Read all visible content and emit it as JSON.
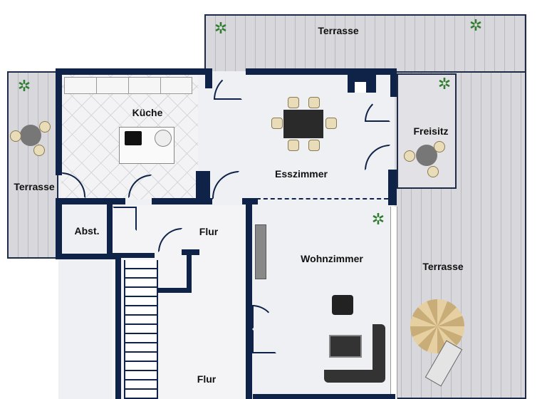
{
  "rooms": {
    "terrace_top": "Terrasse",
    "terrace_left": "Terrasse",
    "terrace_right": "Terrasse",
    "kitchen": "Küche",
    "dining": "Esszimmer",
    "seating": "Freisitz",
    "storage": "Abst.",
    "hall_upper": "Flur",
    "living": "Wohnzimmer",
    "hall_lower": "Flur"
  },
  "colors": {
    "walls": "#0e2347",
    "deck": "#d8d8dc",
    "floor": "#eff0f4"
  }
}
